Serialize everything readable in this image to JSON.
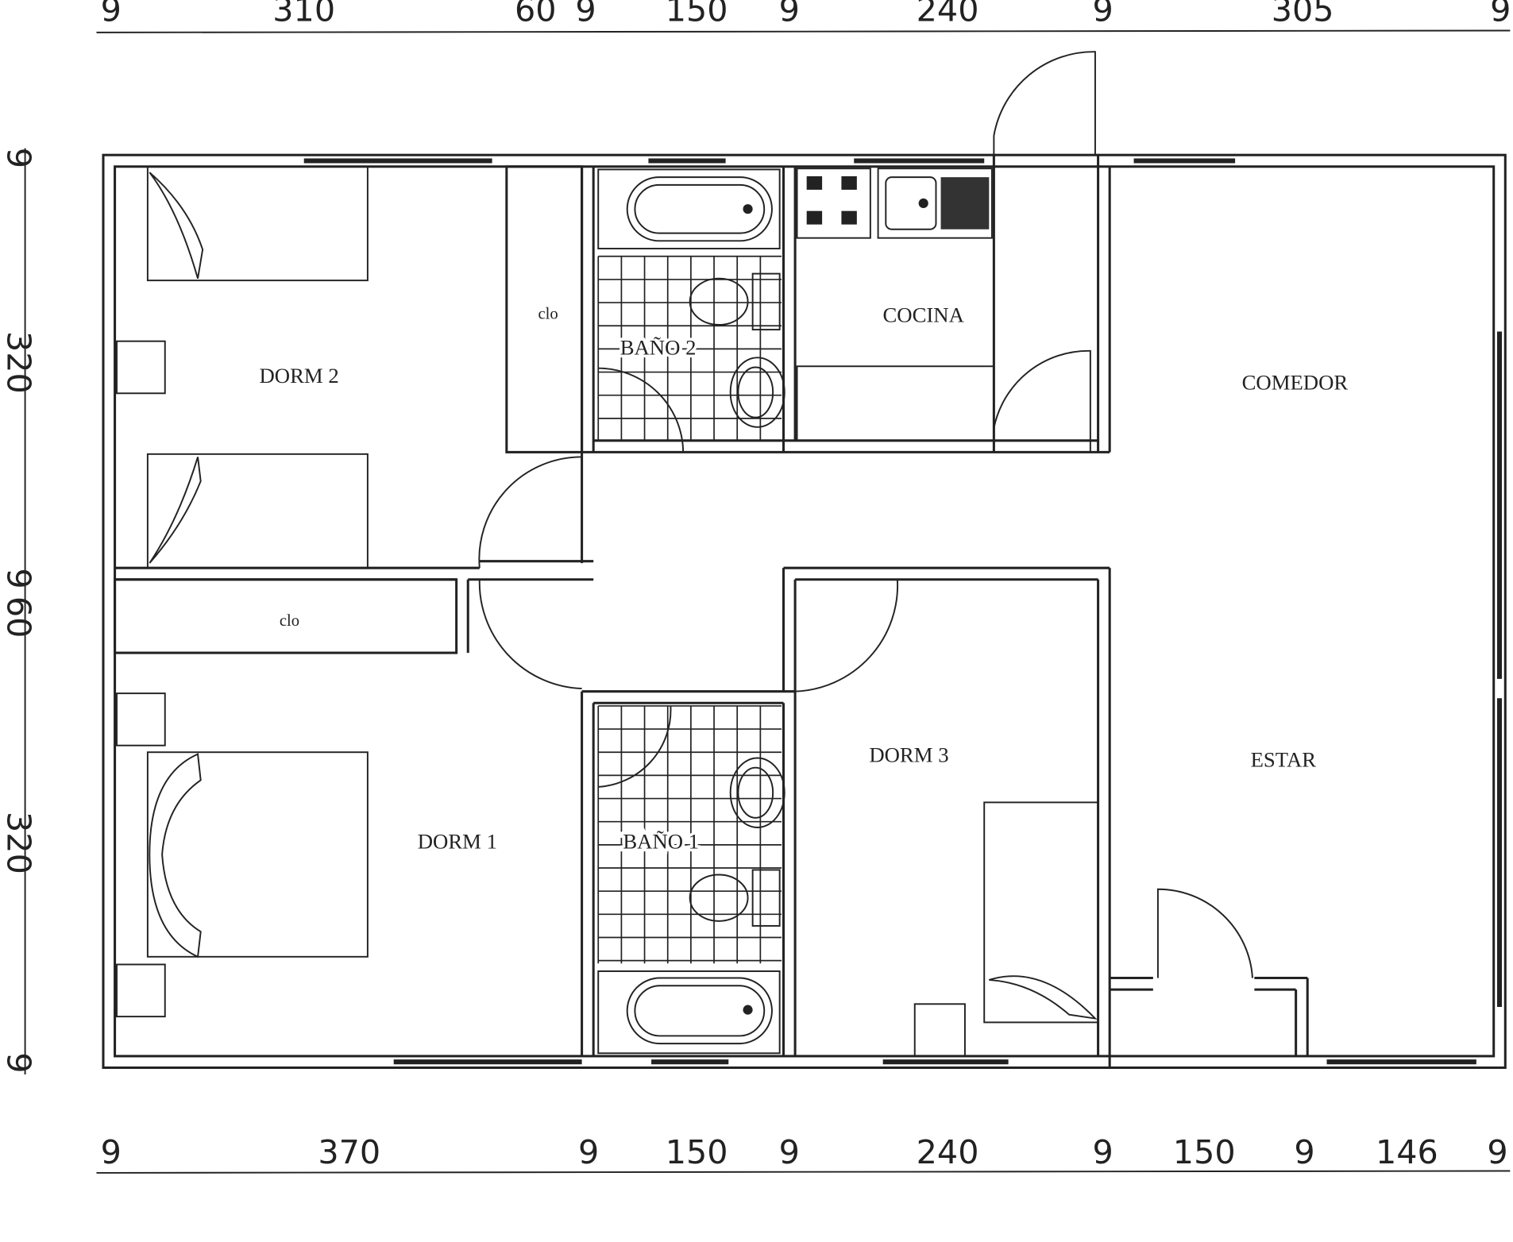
{
  "rooms": {
    "dorm2": "DORM 2",
    "clo_dorm2": "clo",
    "bano2": "BAÑO 2",
    "cocina": "COCINA",
    "comedor": "COMEDOR",
    "clo_dorm1": "clo",
    "dorm1": "DORM 1",
    "bano1": "BAÑO 1",
    "dorm3": "DORM 3",
    "estar": "ESTAR"
  },
  "dimensions": {
    "top": [
      "9",
      "310",
      "60",
      "9",
      "150",
      "9",
      "240",
      "9",
      "305",
      "9"
    ],
    "bottom": [
      "9",
      "370",
      "9",
      "150",
      "9",
      "240",
      "9",
      "150",
      "9",
      "146",
      "9"
    ],
    "left": [
      "9",
      "320",
      "9",
      "60",
      "320",
      "9"
    ]
  }
}
